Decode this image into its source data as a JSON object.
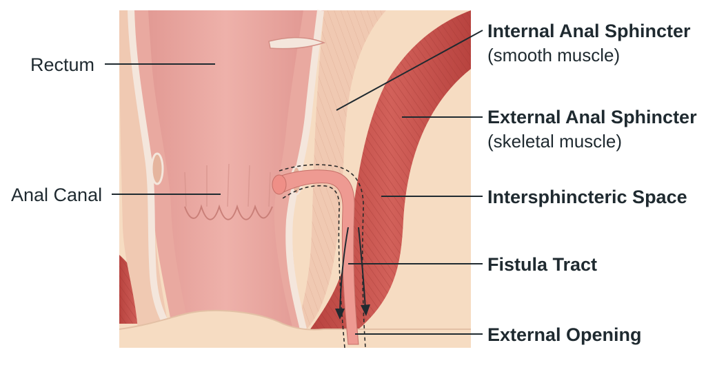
{
  "diagram": {
    "labels_left": [
      {
        "id": "rectum",
        "text": "Rectum"
      },
      {
        "id": "anal-canal",
        "text": "Anal Canal"
      }
    ],
    "labels_right": [
      {
        "id": "internal-sphincter",
        "title": "Internal Anal Sphincter",
        "subtitle": "(smooth muscle)"
      },
      {
        "id": "external-sphincter",
        "title": "External Anal Sphincter",
        "subtitle": "(skeletal muscle)"
      },
      {
        "id": "intersphincteric-space",
        "title": "Intersphincteric Space"
      },
      {
        "id": "fistula-tract",
        "title": "Fistula Tract"
      },
      {
        "id": "external-opening",
        "title": "External Opening"
      }
    ],
    "colors": {
      "background_tissue": "#f6dcc2",
      "rectal_wall": "#e9a9a0",
      "lumen": "#e8a6a0",
      "mucosa_edge": "#f4e6dc",
      "internal_sphincter": "#f0c9b2",
      "external_sphincter": "#c4504a",
      "fistula": "#ee9a92",
      "text": "#1f2a30"
    }
  }
}
